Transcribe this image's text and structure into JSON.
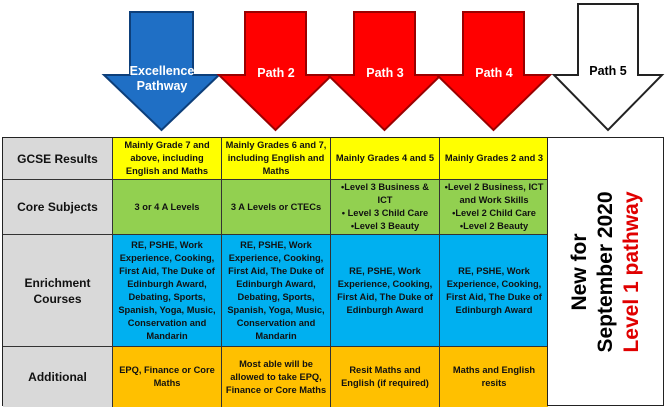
{
  "arrows": [
    {
      "label_line1": "Excellence",
      "label_line2": "Pathway",
      "fill": "#1f6fc5",
      "text_color": "#ffffff"
    },
    {
      "label_line1": "Path 2",
      "label_line2": "",
      "fill": "#ff0000",
      "text_color": "#ffffff"
    },
    {
      "label_line1": "Path 3",
      "label_line2": "",
      "fill": "#ff0000",
      "text_color": "#ffffff"
    },
    {
      "label_line1": "Path 4",
      "label_line2": "",
      "fill": "#ff0000",
      "text_color": "#ffffff"
    },
    {
      "label_line1": "Path 5",
      "label_line2": "",
      "fill": "#ffffff",
      "text_color": "#000000"
    }
  ],
  "rows": {
    "gcse": {
      "header": "GCSE Results",
      "cells": [
        "Mainly Grade 7 and above, including English and Maths",
        "Mainly Grades 6 and 7, including English and Maths",
        "Mainly Grades 4 and 5",
        "Mainly Grades 2 and 3"
      ]
    },
    "core": {
      "header": "Core Subjects",
      "cells": [
        "3 or 4 A Levels",
        "3 A Levels or CTECs",
        "•Level 3 Business & ICT\n• Level 3 Child Care\n•Level 3 Beauty",
        "•Level 2 Business, ICT and Work Skills\n•Level 2 Child Care\n•Level 2 Beauty"
      ]
    },
    "enrichment": {
      "header": "Enrichment Courses",
      "cells": [
        "RE, PSHE, Work Experience, Cooking, First Aid, The Duke of Edinburgh Award, Debating, Sports, Spanish, Yoga, Music, Conservation and Mandarin",
        "RE, PSHE, Work Experience, Cooking, First Aid, The Duke of Edinburgh Award, Debating, Sports, Spanish, Yoga, Music, Conservation and Mandarin",
        "RE, PSHE, Work Experience, Cooking, First Aid, The Duke of Edinburgh Award",
        "RE, PSHE, Work Experience, Cooking, First Aid, The Duke of Edinburgh Award"
      ]
    },
    "additional": {
      "header": "Additional",
      "cells": [
        "EPQ, Finance or Core Maths",
        "Most able will be allowed to take EPQ, Finance or Core Maths",
        "Resit Maths and English (if required)",
        "Maths and English resits"
      ]
    }
  },
  "side_panel": {
    "line1": "New for",
    "line2": "September 2020",
    "line3": "Level 1 pathway",
    "accent": "#e00000"
  },
  "colors": {
    "header_grey": "#d9d9d9",
    "gcse_yellow": "#ffff00",
    "core_green": "#92d050",
    "enrichment_blue": "#00b0f0",
    "additional_orange": "#ffc000"
  }
}
